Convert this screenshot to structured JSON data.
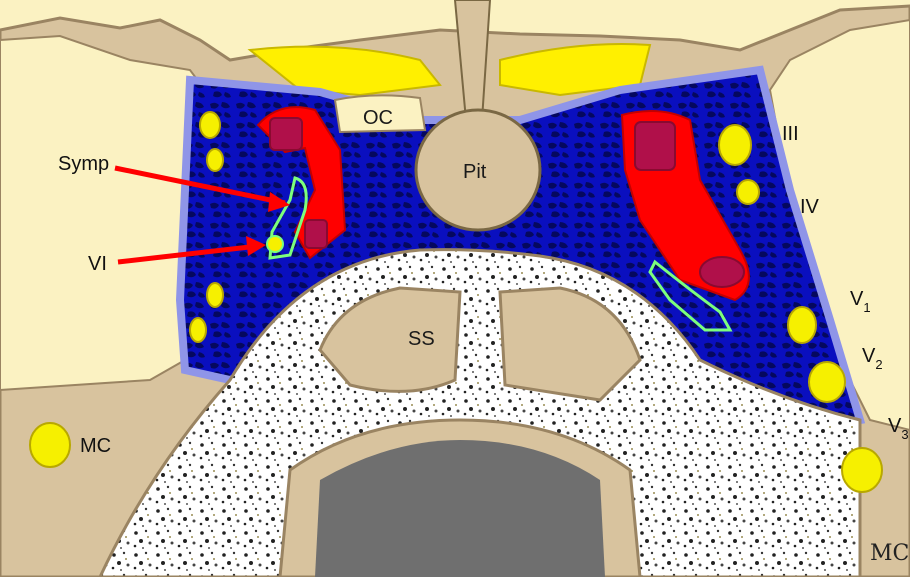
{
  "labels": {
    "oc": "OC",
    "pit": "Pit",
    "ss": "SS",
    "mc": "MC",
    "symp": "Symp",
    "vi": "VI",
    "iii": "III",
    "iv": "IV",
    "v1_main": "V",
    "v1_sub": "1",
    "v2_main": "V",
    "v2_sub": "2",
    "v3_main": "V",
    "v3_sub": "3"
  },
  "signature": "MC",
  "colors": {
    "background": "#ffffff",
    "skull": "#fbf2c2",
    "bone": "#d8c39e",
    "bone_outline": "#9a8462",
    "sinus_blue": "#0a0fbf",
    "sinus_dark": "#05085e",
    "sinus_edge": "#8f95e8",
    "carotid": "#ff0000",
    "carotid_lumen": "#b0104a",
    "nerve_yellow": "#f6f000",
    "chiasm_yellow": "#fff000",
    "symp_green": "#7cff7c",
    "arrow_red": "#ff0000",
    "marrow_white": "#ffffff",
    "nasal_gray": "#6f6f6f"
  }
}
